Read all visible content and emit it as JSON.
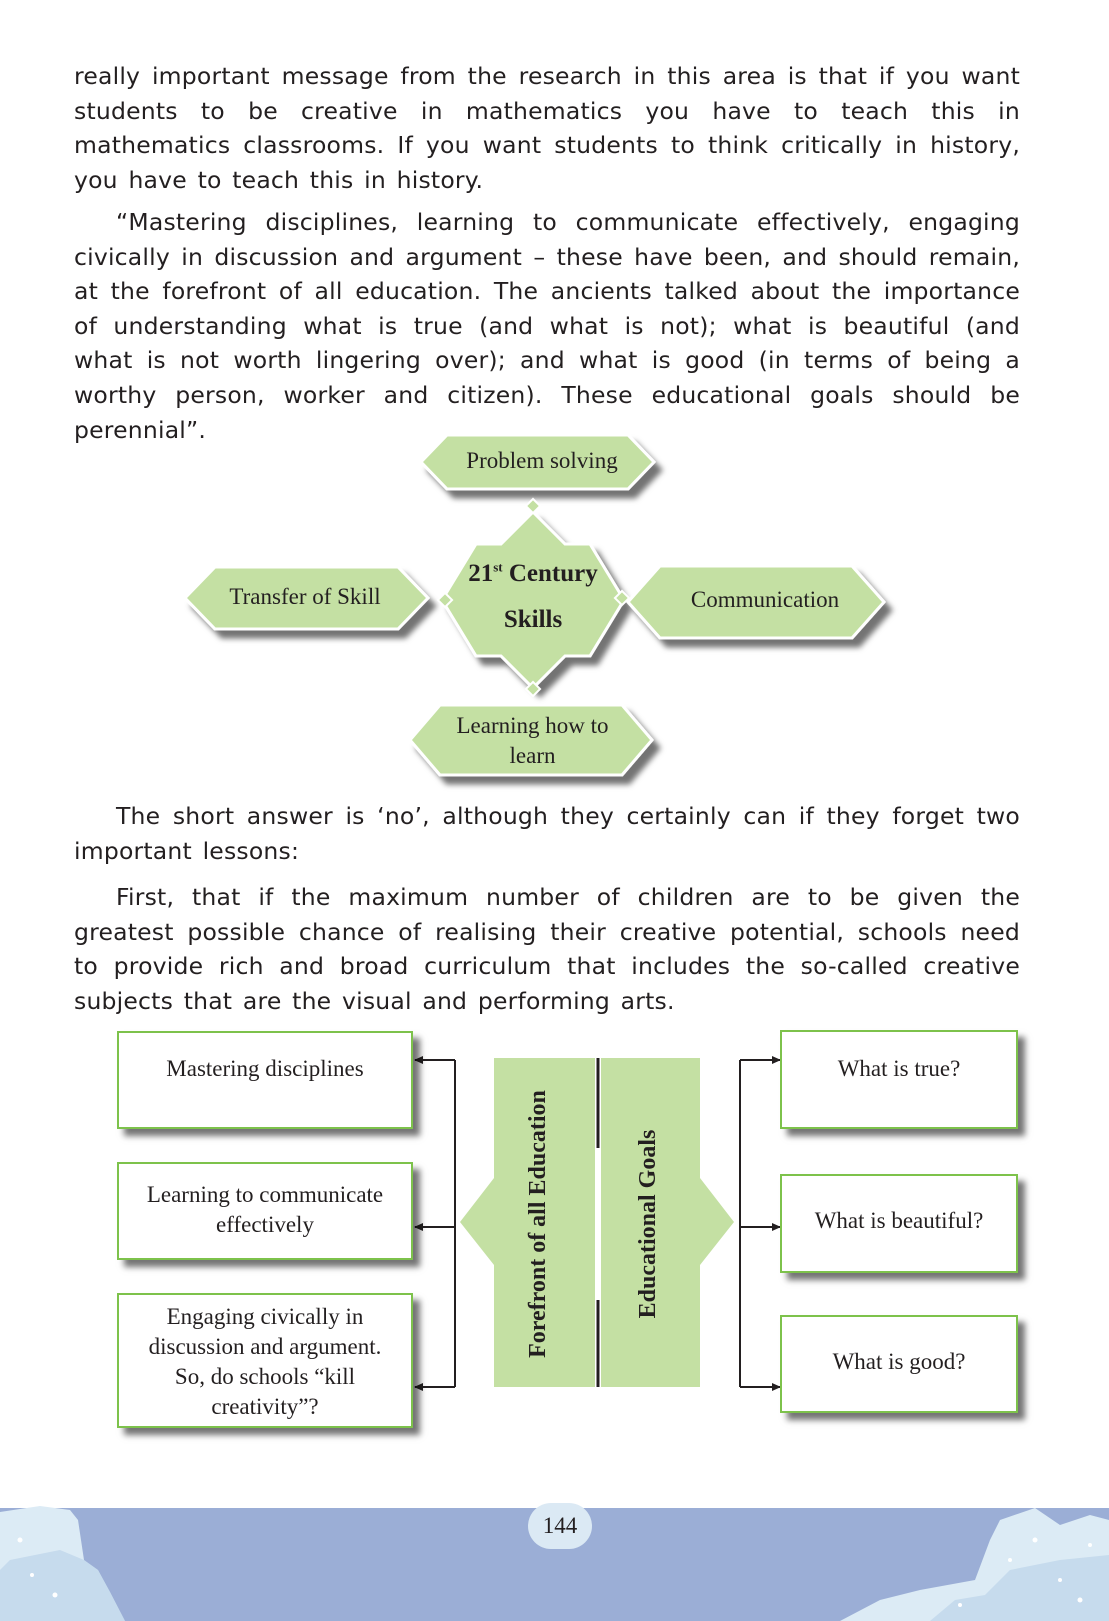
{
  "paragraphs": [
    "really important message from the research in this area is that if you want students to be creative in mathematics you have to teach this in mathematics classrooms. If you want students to think critically in history, you have to teach this in history.",
    "“Mastering disciplines, learning to communicate effectively, engaging civically in discussion and argument – these have been, and should remain, at the forefront of all education. The ancients talked about the importance of understanding what is true (and what is not); what is beautiful (and what is not worth lingering over); and what is good (in terms of being a worthy person, worker and citizen). These educational goals should be perennial”.",
    "The short answer is ‘no’, although they certainly can if they forget two important lessons:",
    "First, that if the maximum number of children are to be given the greatest possible chance of realising their creative potential, schools need to provide rich and broad curriculum that includes the so-called creative subjects that are the visual and performing arts."
  ],
  "skills_diagram": {
    "center_line1_num": "21",
    "center_line1_sup": "st",
    "center_line1_word": "Century",
    "center_line2": "Skills",
    "top": "Problem solving",
    "left": "Transfer of Skill",
    "right": "Communication",
    "bottom_line1": "Learning how to",
    "bottom_line2": "learn",
    "fill_color": "#c4e0a3"
  },
  "education_diagram": {
    "left_boxes": [
      {
        "line1": "Mastering disciplines",
        "line2": "",
        "line3": "",
        "line4": ""
      },
      {
        "line1": "Learning to communicate",
        "line2": "effectively",
        "line3": "",
        "line4": ""
      },
      {
        "line1": "Engaging civically in",
        "line2": "discussion and argument.",
        "line3": "So, do schools “kill",
        "line4": "creativity”?"
      }
    ],
    "center_left_label": "Forefront of all Education",
    "center_right_label": "Educational Goals",
    "right_boxes": [
      "What is true?",
      "What is beautiful?",
      "What is good?"
    ],
    "border_color": "#7dc24b",
    "fill_color": "#c4e0a3"
  },
  "footer": {
    "page_number": "144",
    "band_color": "#9baed6",
    "ice_color": "#dcebf5"
  }
}
